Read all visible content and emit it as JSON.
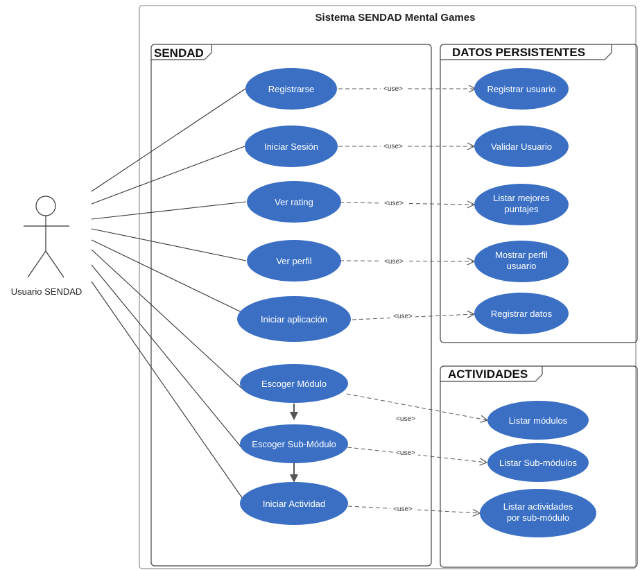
{
  "system": {
    "title": "Sistema SENDAD Mental Games"
  },
  "packages": {
    "sendad": "SENDAD",
    "persistentes": "DATOS PERSISTENTES",
    "actividades": "ACTIVIDADES"
  },
  "actor": {
    "name": "Usuario SENDAD"
  },
  "colors": {
    "usecase_fill": "#3a6fc4",
    "line": "#333333"
  },
  "use_label": "<use>",
  "use_cases": {
    "registrarse": "Registrarse",
    "iniciar_sesion": "Iniciar Sesión",
    "ver_rating": "Ver rating",
    "ver_perfil": "Ver perfil",
    "iniciar_aplicacion": "Iniciar aplicación",
    "escoger_modulo": "Escoger Módulo",
    "escoger_submodulo": "Escoger Sub-Módulo",
    "iniciar_actividad": "Iniciar Actividad",
    "registrar_usuario": "Registrar usuario",
    "validar_usuario": "Validar Usuario",
    "listar_mejores": [
      "Listar mejores",
      "puntajes"
    ],
    "mostrar_perfil": [
      "Mostrar perfil",
      "usuario"
    ],
    "registrar_datos": "Registrar datos",
    "listar_modulos": "Listar módulos",
    "listar_submodulos": "Listar Sub-módulos",
    "listar_actividades": [
      "Listar actividades",
      "por sub-módulo"
    ]
  }
}
